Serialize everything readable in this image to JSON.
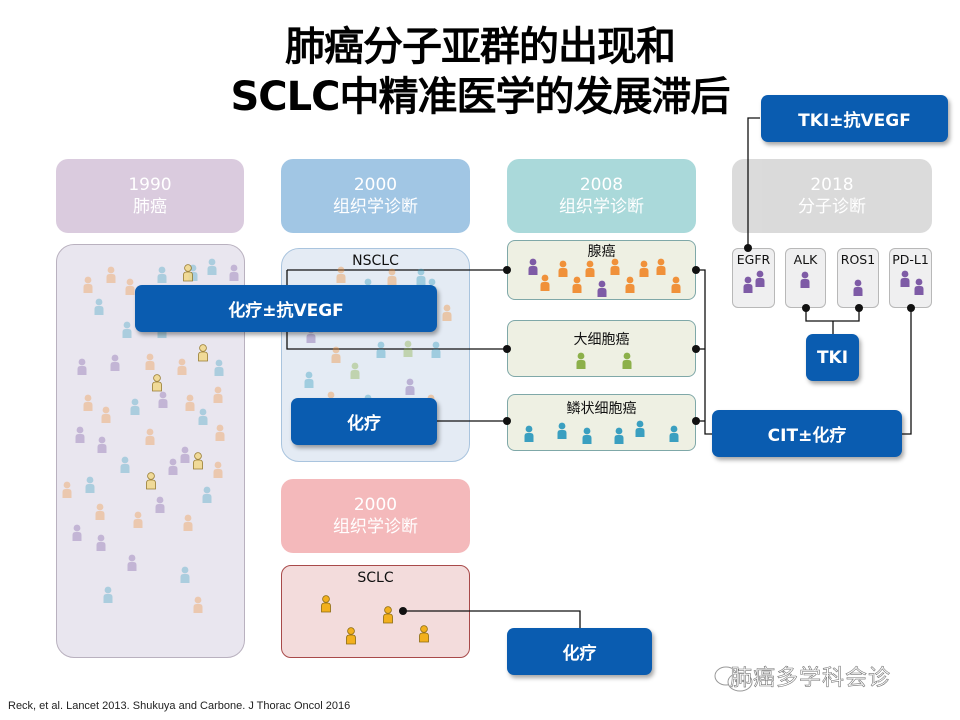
{
  "title": {
    "line1": "肺癌分子亚群的出现和",
    "line2": "SCLC中精准医学的发展滞后"
  },
  "eras": [
    {
      "year": "1990",
      "label": "肺癌",
      "color": "#d9c9dd"
    },
    {
      "year": "2000",
      "label": "组织学诊断",
      "color": "#9dc3e3"
    },
    {
      "year": "2008",
      "label": "组织学诊断",
      "color": "#a6d7d9"
    },
    {
      "year": "2018",
      "label": "分子诊断",
      "color": "#d9d9d9"
    },
    {
      "year": "2000",
      "label": "组织学诊断",
      "color": "#f4b6b8"
    }
  ],
  "panels": {
    "nsclc": "NSCLC",
    "sclc": "SCLC"
  },
  "histology": [
    {
      "label": "腺癌"
    },
    {
      "label": "大细胞癌"
    },
    {
      "label": "鳞状细胞癌"
    }
  ],
  "molecular": [
    {
      "label": "EGFR"
    },
    {
      "label": "ALK"
    },
    {
      "label": "ROS1"
    },
    {
      "label": "PD-L1"
    }
  ],
  "treatments": {
    "chemo_vegf": "化疗±抗VEGF",
    "chemo_nsclc": "化疗",
    "tki_vegf": "TKI±抗VEGF",
    "tki": "TKI",
    "cit_chemo": "CIT±化疗",
    "chemo_sclc": "化疗"
  },
  "colors": {
    "button": "#0a5cb0",
    "purple": "#7e5ba6",
    "orange": "#f0913a",
    "green": "#8cb04a",
    "teal": "#3a9fc0",
    "yellow": "#f2b01e"
  },
  "reference": "Reck, et al. Lancet 2013. Shukuya and Carbone. J Thorac Oncol 2016",
  "watermark": "肺癌多学科会诊"
}
